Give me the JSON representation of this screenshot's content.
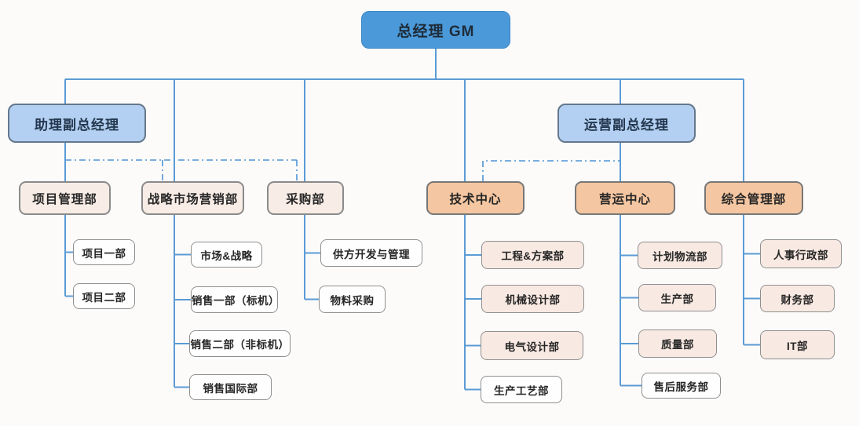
{
  "palette": {
    "connector_blue": "#5b9bd5",
    "dashed_blue": "#4f94d6",
    "gm_fill": "#4b99d8",
    "vp_fill": "#b3d0f2",
    "vp_border": "#64778c",
    "dept_light_fill": "#f8ece6",
    "dept_peach_fill": "#f4c6a1",
    "leaf_white_fill": "#fefefe",
    "leaf_pink_fill": "#f8e9e2",
    "box_border_gray": "#8a8a8a",
    "text_dark": "#262626"
  },
  "org": {
    "gm": {
      "label": "总经理 GM"
    },
    "vp_assistant": {
      "label": "助理副总经理"
    },
    "vp_operations": {
      "label": "运营副总经理"
    },
    "departments": [
      {
        "label": "项目管理部",
        "children": [
          "项目一部",
          "项目二部"
        ]
      },
      {
        "label": "战略市场营销部",
        "children": [
          "市场&战略",
          "销售一部（标机）",
          "销售二部（非标机）",
          "销售国际部"
        ]
      },
      {
        "label": "采购部",
        "children": [
          "供方开发与管理",
          "物料采购"
        ]
      },
      {
        "label": "技术中心",
        "children": [
          "工程&方案部",
          "机械设计部",
          "电气设计部",
          "生产工艺部"
        ]
      },
      {
        "label": "营运中心",
        "children": [
          "计划物流部",
          "生产部",
          "质量部",
          "售后服务部"
        ]
      },
      {
        "label": "综合管理部",
        "children": [
          "人事行政部",
          "财务部",
          "IT部"
        ]
      }
    ]
  }
}
